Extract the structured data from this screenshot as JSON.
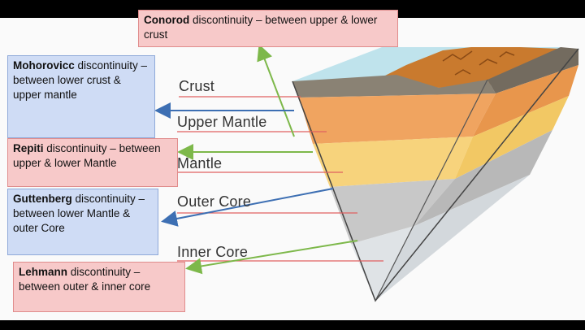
{
  "callouts": {
    "conorod": {
      "name": "Conorod",
      "rest": " discontinuity – between upper & lower crust"
    },
    "mohorovicc": {
      "name": "Mohorovicc",
      "rest": " discontinuity – between lower crust & upper mantle"
    },
    "repiti": {
      "name": "Repiti",
      "rest": " discontinuity – between upper & lower Mantle"
    },
    "guttenberg": {
      "name": "Guttenberg",
      "rest": " discontinuity – between lower Mantle & outer Core"
    },
    "lehmann": {
      "name": "Lehmann",
      "rest": " discontinuity – between outer & inner core"
    }
  },
  "layers": {
    "crust": "Crust",
    "upper_mantle": "Upper Mantle",
    "mantle": "Mantle",
    "outer_core": "Outer Core",
    "inner_core": "Inner Core"
  },
  "colors": {
    "crust": "#8a8274",
    "upper_mantle": "#f0a460",
    "mantle": "#f7d37c",
    "outer_core": "#c8c8c8",
    "inner_core": "#dfe3e6",
    "sky": "#bfe3ec",
    "arrow_green": "#7db84a",
    "arrow_blue": "#3d6fb3",
    "marker_red": "#e06060"
  }
}
